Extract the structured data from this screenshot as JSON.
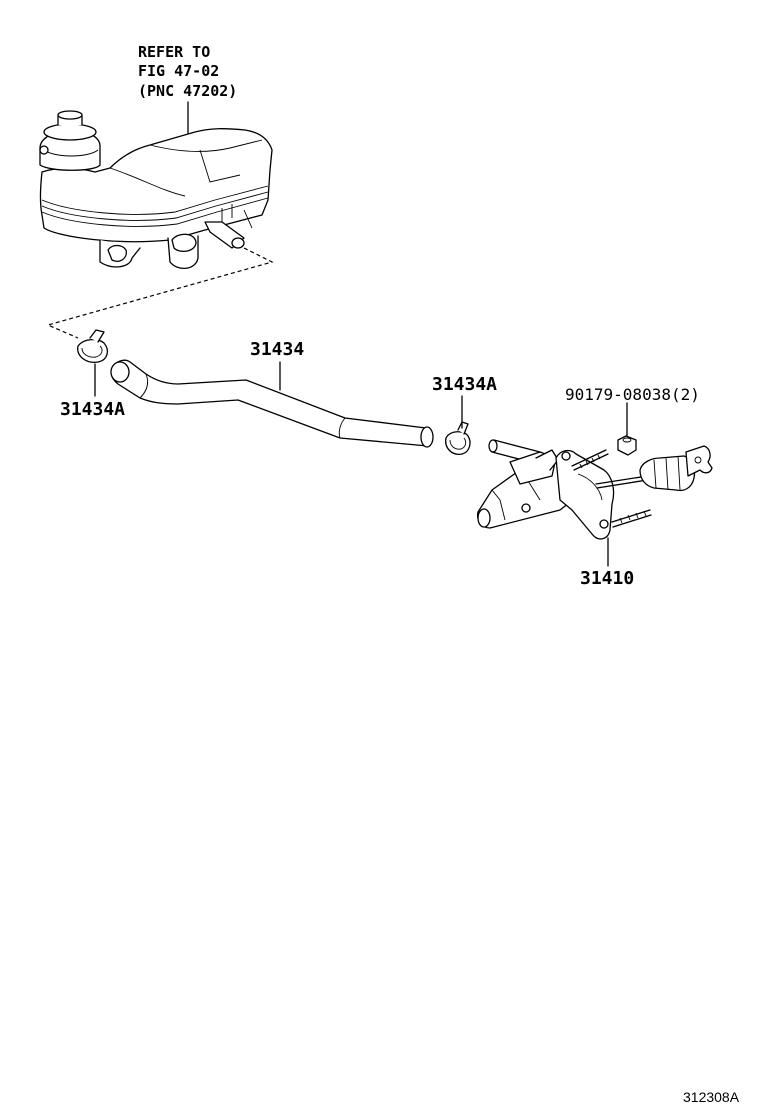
{
  "reference": {
    "line1": "REFER TO",
    "line2": "FIG 47-02",
    "line3": "(PNC 47202)"
  },
  "labels": {
    "hose": "31434",
    "clamp_left": "31434A",
    "clamp_right": "31434A",
    "nut": "90179-08038(2)",
    "master_cylinder": "31410"
  },
  "diagram_id": "312308A"
}
